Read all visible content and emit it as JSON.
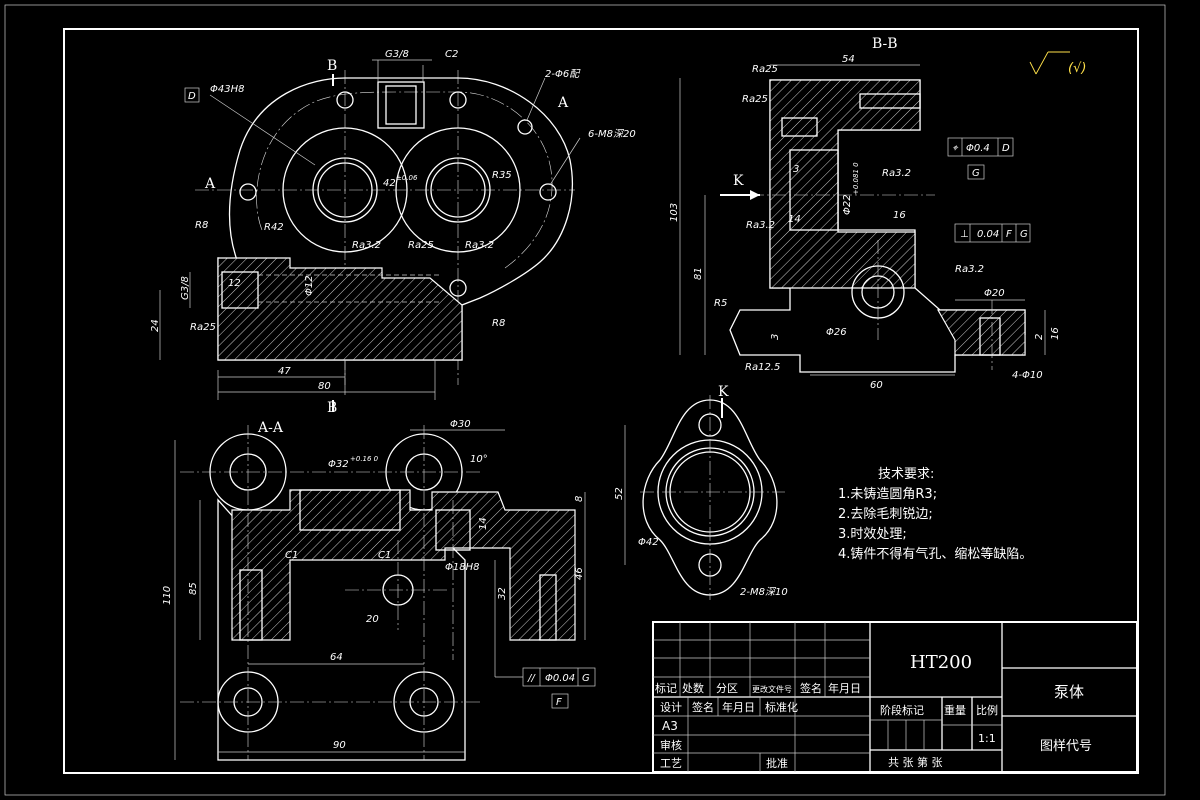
{
  "views": {
    "section_b": "B",
    "section_a": "A",
    "section_aa": "A-A",
    "section_bb": "B-B",
    "view_k": "K"
  },
  "dims": {
    "g38": "G3/8",
    "c2": "C2",
    "holes_2phi6": "2-Φ6配",
    "m8_6": "6-M8深20",
    "phi43": "Φ43H8",
    "d_box": "D",
    "r35": "R35",
    "r42": "R42",
    "r8": "R8",
    "angle42": "42",
    "tol006": "±0.06",
    "ra32a": "Ra3.2",
    "ra25a": "Ra25",
    "ra32b": "Ra3.2",
    "twelve": "12",
    "phi12": "Φ12",
    "g38b": "G3/8",
    "twentyfour": "24",
    "ra25b": "Ra25",
    "r8b": "R8",
    "fortyseven": "47",
    "eighty": "80",
    "phi30": "Φ30",
    "ten_deg": "10°",
    "phi32": "Φ32",
    "phi32tol": "+0.16 0",
    "eight": "8",
    "fourteen": "14",
    "c1a": "C1",
    "c1b": "C1",
    "phi18": "Φ18H8",
    "onehundredten": "110",
    "eightyfive": "85",
    "fortysix": "46",
    "thirtytwo": "32",
    "twenty": "20",
    "sixtyfour": "64",
    "ninety": "90",
    "par_sym": "//",
    "par_tol": "Φ0.04",
    "par_ref": "G",
    "f_box": "F",
    "fiftyfour": "54",
    "ra25c": "Ra25",
    "ra25d": "Ra25",
    "pos_sym": "⌖",
    "pos_tol": "Φ0.4",
    "pos_ref": "D",
    "g_box": "G",
    "ra32c": "Ra3.2",
    "three": "3",
    "phi22": "Φ22",
    "phi22tol": "+0.081 0",
    "fourteen_b": "14",
    "ra32d": "Ra3.2",
    "sixteen": "16",
    "perp_sym": "⊥",
    "perp_tol": "0.04",
    "perp_ref1": "F",
    "perp_ref2": "G",
    "onehundredthree": "103",
    "eightyone": "81",
    "ra32e": "Ra3.2",
    "r5": "R5",
    "three_b": "3",
    "phi26": "Φ26",
    "phi20": "Φ20",
    "two": "2",
    "sixteen_b": "16",
    "ra125": "Ra12.5",
    "sixty": "60",
    "holes_4phi10": "4-Φ10",
    "phi52": "52",
    "phi42": "Φ42",
    "m8_2": "2-M8深10",
    "rough_sym": "(√)"
  },
  "requirements": {
    "title": "技术要求:",
    "items": [
      "1.未铸造圆角R3;",
      "2.去除毛刺锐边;",
      "3.时效处理;",
      "4.铸件不得有气孔、缩松等缺陷。"
    ]
  },
  "title_block": {
    "material": "HT200",
    "part_name": "泵体",
    "drawing_code": "图样代号",
    "row_labels": [
      "标记",
      "处数",
      "分区",
      "更改文件号",
      "签名",
      "年月日"
    ],
    "design": "设计",
    "sign": "签名",
    "date": "年月日",
    "standard": "标准化",
    "stage": "阶段标记",
    "weight": "重量",
    "scale_label": "比例",
    "scale": "1:1",
    "paper": "A3",
    "review": "审核",
    "process": "工艺",
    "approve": "批准",
    "sheets": "共    张    第    张"
  }
}
